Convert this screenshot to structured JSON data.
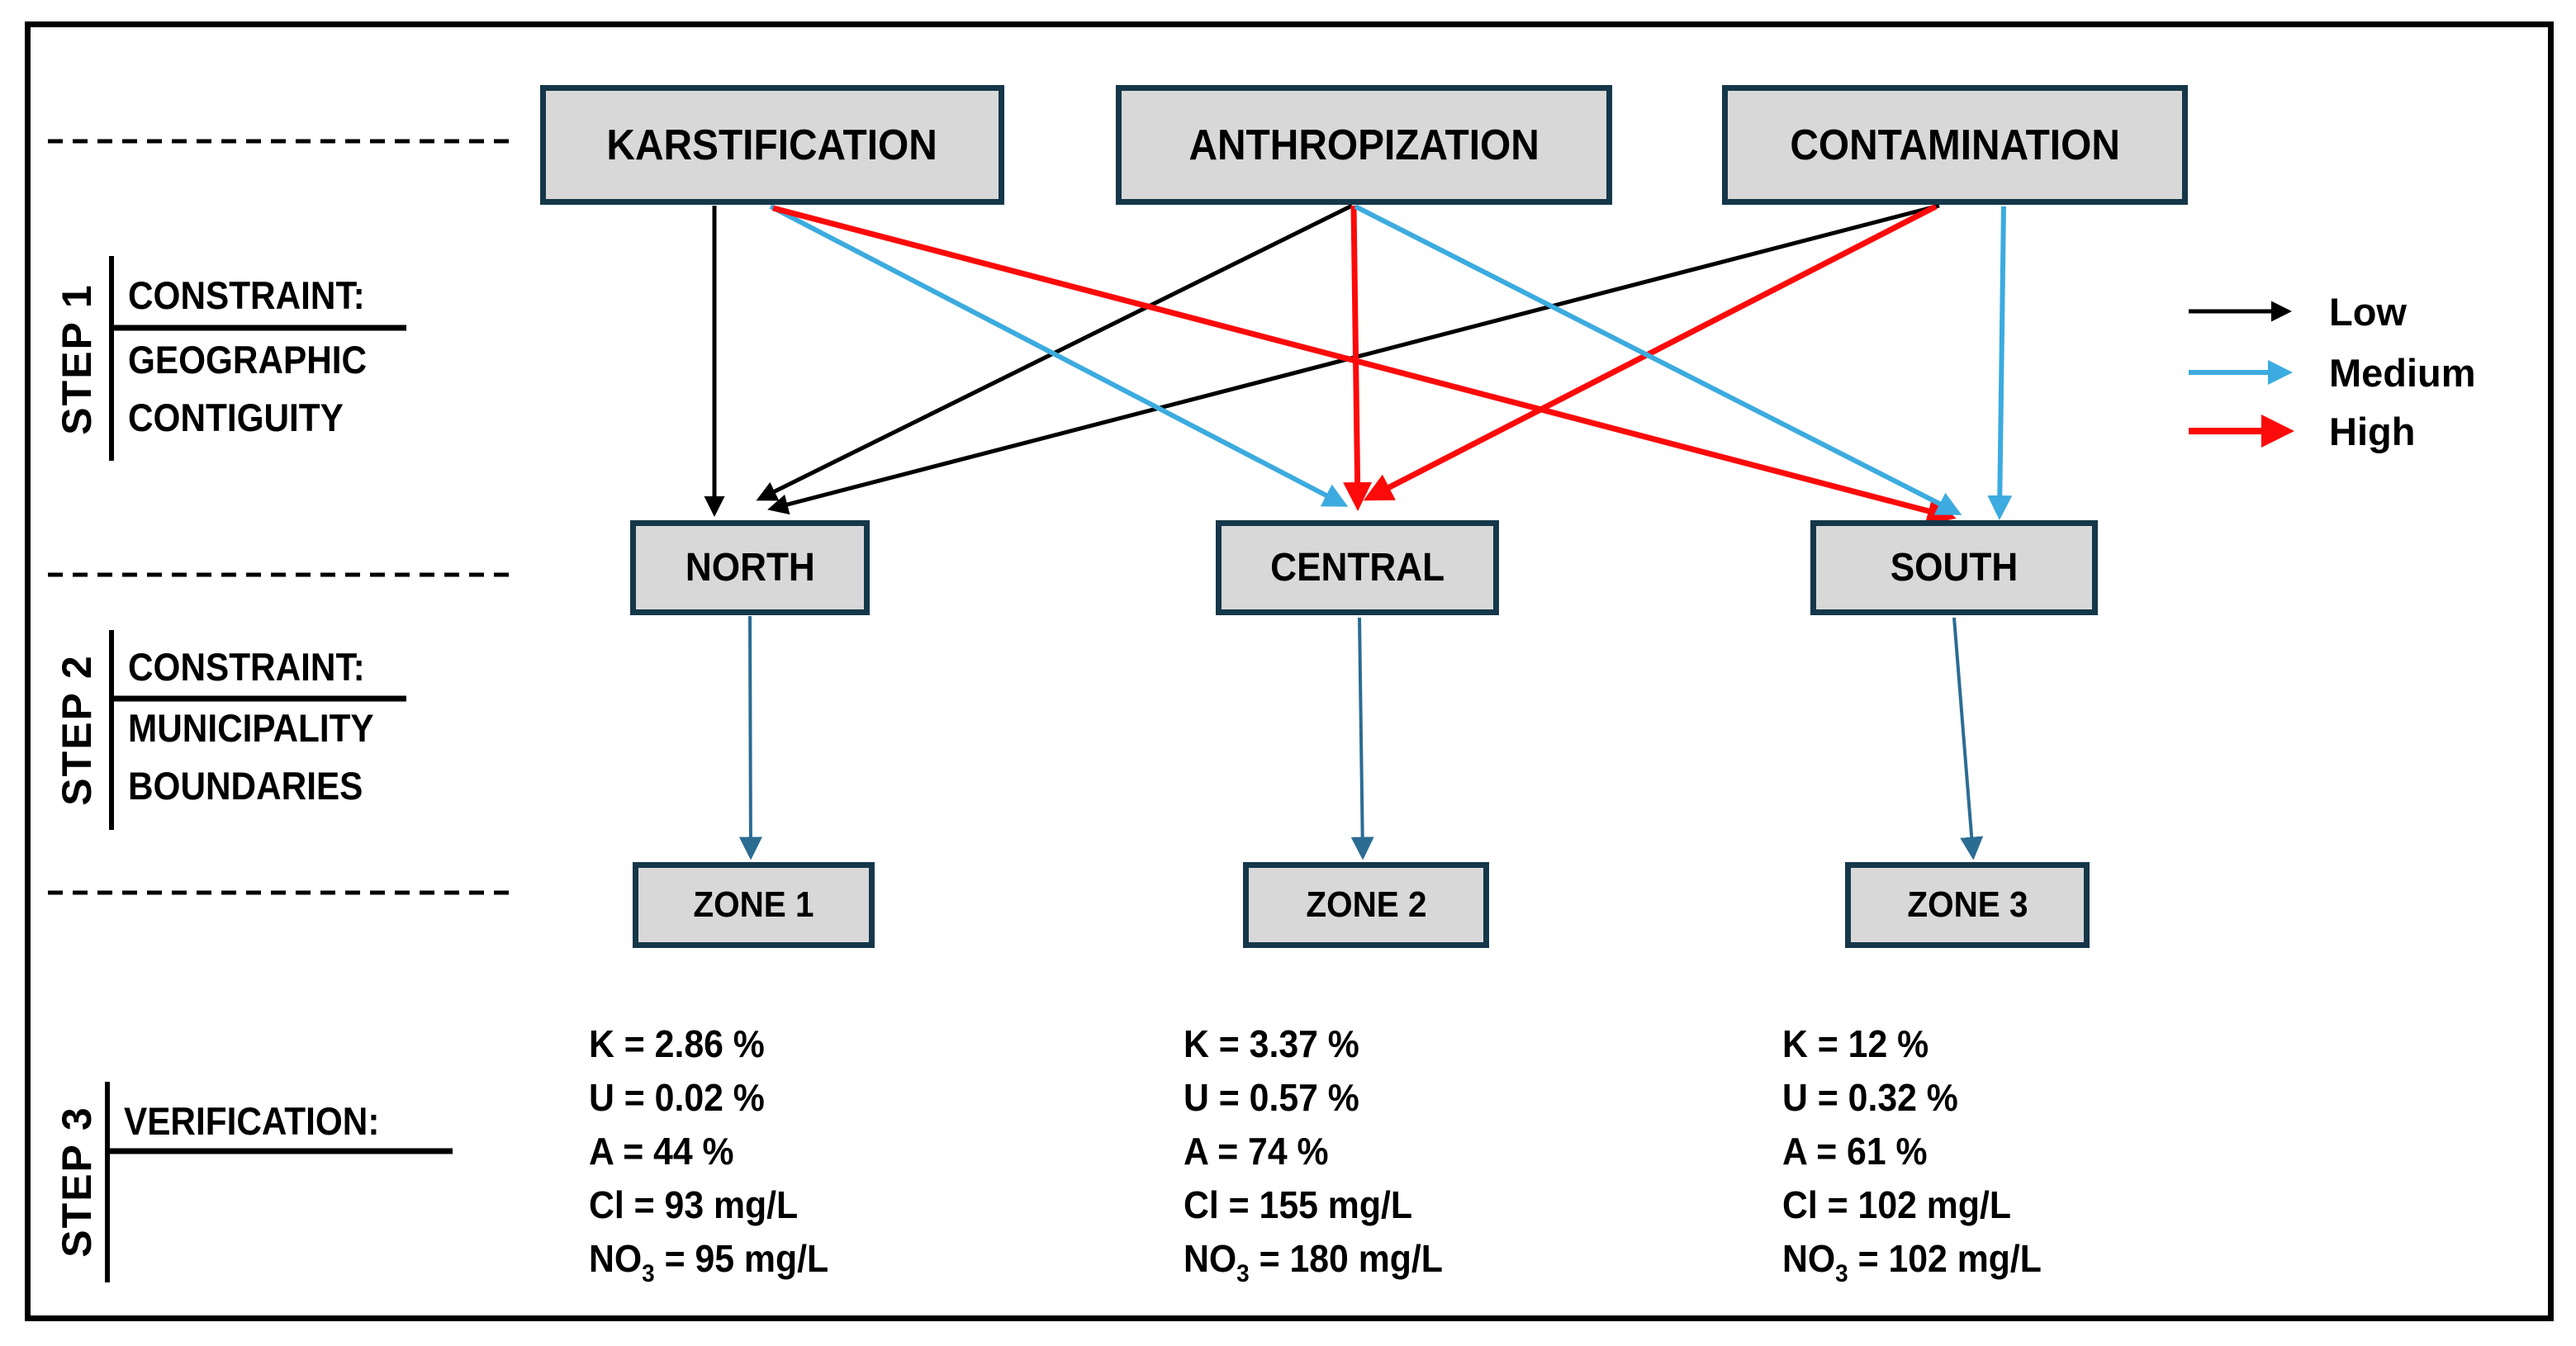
{
  "figure": {
    "type": "zoning-flow-diagram",
    "box_fill": "#d8d8d8",
    "box_border": "#15374a"
  },
  "factors": [
    {
      "label": "KARSTIFICATION"
    },
    {
      "label": "ANTHROPIZATION"
    },
    {
      "label": "CONTAMINATION"
    }
  ],
  "regions": [
    {
      "label": "NORTH"
    },
    {
      "label": "CENTRAL"
    },
    {
      "label": "SOUTH"
    }
  ],
  "zones": [
    {
      "label": "ZONE 1"
    },
    {
      "label": "ZONE 2"
    },
    {
      "label": "ZONE 3"
    }
  ],
  "steps": [
    {
      "label": "STEP 1",
      "heading": "CONSTRAINT:",
      "lines": [
        "GEOGRAPHIC",
        "CONTIGUITY"
      ]
    },
    {
      "label": "STEP 2",
      "heading": "CONSTRAINT:",
      "lines": [
        "MUNICIPALITY",
        "BOUNDARIES"
      ]
    },
    {
      "label": "STEP 3",
      "heading": "VERIFICATION:",
      "lines": []
    }
  ],
  "legend": {
    "items": [
      {
        "label": "Low",
        "color": "#000000"
      },
      {
        "label": "Medium",
        "color": "#3cabdf"
      },
      {
        "label": "High",
        "color": "#fb0a0a"
      }
    ]
  },
  "connector_color": "#2b6c93",
  "edges": [
    {
      "from": "KARSTIFICATION",
      "to": "NORTH",
      "level": "Low"
    },
    {
      "from": "ANTHROPIZATION",
      "to": "NORTH",
      "level": "Low"
    },
    {
      "from": "CONTAMINATION",
      "to": "NORTH",
      "level": "Low"
    },
    {
      "from": "KARSTIFICATION",
      "to": "CENTRAL",
      "level": "Medium"
    },
    {
      "from": "ANTHROPIZATION",
      "to": "CENTRAL",
      "level": "High"
    },
    {
      "from": "CONTAMINATION",
      "to": "CENTRAL",
      "level": "High"
    },
    {
      "from": "KARSTIFICATION",
      "to": "SOUTH",
      "level": "High"
    },
    {
      "from": "ANTHROPIZATION",
      "to": "SOUTH",
      "level": "Medium"
    },
    {
      "from": "CONTAMINATION",
      "to": "SOUTH",
      "level": "Medium"
    }
  ],
  "flows": [
    {
      "from": "NORTH",
      "to": "ZONE 1"
    },
    {
      "from": "CENTRAL",
      "to": "ZONE 2"
    },
    {
      "from": "SOUTH",
      "to": "ZONE 3"
    }
  ],
  "verification": {
    "columns": [
      {
        "zone": "ZONE 1",
        "lines": [
          "K = 2.86 %",
          "U = 0.02 %",
          "A = 44 %",
          "Cl = 93 mg/L"
        ],
        "no3": {
          "pre": "NO",
          "sub": "3",
          "post": " = 95 mg/L"
        }
      },
      {
        "zone": "ZONE 2",
        "lines": [
          "K = 3.37 %",
          "U = 0.57 %",
          "A = 74 %",
          "Cl = 155 mg/L"
        ],
        "no3": {
          "pre": "NO",
          "sub": "3",
          "post": " = 180 mg/L"
        }
      },
      {
        "zone": "ZONE 3",
        "lines": [
          "K = 12 %",
          "U = 0.32 %",
          "A = 61 %",
          "Cl = 102 mg/L"
        ],
        "no3": {
          "pre": "NO",
          "sub": "3",
          "post": " = 102 mg/L"
        }
      }
    ]
  }
}
